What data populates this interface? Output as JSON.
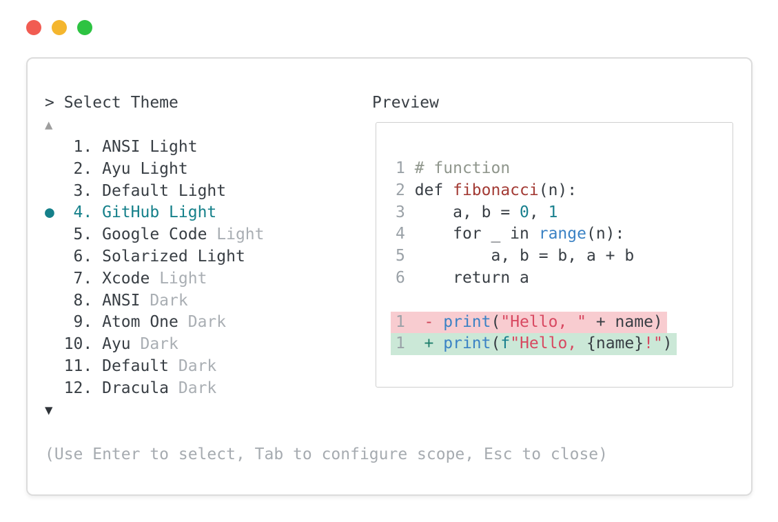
{
  "window": {
    "buttons": [
      {
        "name": "close",
        "color": "#f15c52"
      },
      {
        "name": "minimize",
        "color": "#f4b62e"
      },
      {
        "name": "zoom",
        "color": "#2dc342"
      }
    ]
  },
  "picker": {
    "prompt": "> Select Theme",
    "scroll_up": "▲",
    "scroll_down": "▼",
    "selected_marker": "●",
    "selected_color": "#15808a",
    "items": [
      {
        "number": "1",
        "name": "ANSI Light",
        "muted": "",
        "selected": false
      },
      {
        "number": "2",
        "name": "Ayu Light",
        "muted": "",
        "selected": false
      },
      {
        "number": "3",
        "name": "Default Light",
        "muted": "",
        "selected": false
      },
      {
        "number": "4",
        "name": "GitHub Light",
        "muted": "",
        "selected": true
      },
      {
        "number": "5",
        "name": "Google Code",
        "muted": "Light",
        "selected": false
      },
      {
        "number": "6",
        "name": "Solarized Light",
        "muted": "",
        "selected": false
      },
      {
        "number": "7",
        "name": "Xcode",
        "muted": "Light",
        "selected": false
      },
      {
        "number": "8",
        "name": "ANSI",
        "muted": "Dark",
        "selected": false
      },
      {
        "number": "9",
        "name": "Atom One",
        "muted": "Dark",
        "selected": false
      },
      {
        "number": "10",
        "name": "Ayu",
        "muted": "Dark",
        "selected": false
      },
      {
        "number": "11",
        "name": "Default",
        "muted": "Dark",
        "selected": false
      },
      {
        "number": "12",
        "name": "Dracula",
        "muted": "Dark",
        "selected": false
      }
    ],
    "footer": "(Use Enter to select, Tab to configure scope, Esc to close)"
  },
  "preview": {
    "title": "Preview",
    "lines": [
      {
        "num": "1",
        "bg": "",
        "tokens": [
          [
            "comment",
            "# function"
          ]
        ]
      },
      {
        "num": "2",
        "bg": "",
        "tokens": [
          [
            "code",
            "def "
          ],
          [
            "func",
            "fibonacci"
          ],
          [
            "code",
            "(n):"
          ]
        ]
      },
      {
        "num": "3",
        "bg": "",
        "tokens": [
          [
            "code",
            "    a, b = "
          ],
          [
            "number",
            "0"
          ],
          [
            "code",
            ", "
          ],
          [
            "number",
            "1"
          ]
        ]
      },
      {
        "num": "4",
        "bg": "",
        "tokens": [
          [
            "code",
            "    for _ in "
          ],
          [
            "builtin",
            "range"
          ],
          [
            "code",
            "(n):"
          ]
        ]
      },
      {
        "num": "5",
        "bg": "",
        "tokens": [
          [
            "code",
            "        a, b = b, a + b"
          ]
        ]
      },
      {
        "num": "6",
        "bg": "",
        "tokens": [
          [
            "code",
            "    return a"
          ]
        ]
      },
      {
        "num": "",
        "bg": "",
        "tokens": []
      },
      {
        "num": "1",
        "bg": "removed",
        "tokens": [
          [
            "del",
            " - "
          ],
          [
            "builtin",
            "print"
          ],
          [
            "code",
            "("
          ],
          [
            "string",
            "\"Hello, \""
          ],
          [
            "code",
            " + name)"
          ]
        ]
      },
      {
        "num": "1",
        "bg": "added",
        "tokens": [
          [
            "add",
            " + "
          ],
          [
            "builtin",
            "print"
          ],
          [
            "code",
            "("
          ],
          [
            "fstring",
            "f"
          ],
          [
            "string",
            "\"Hello, "
          ],
          [
            "code",
            "{name}"
          ],
          [
            "string",
            "!\""
          ],
          [
            "code",
            ")"
          ]
        ]
      }
    ],
    "diff_colors": {
      "removed_bg": "#f8ccd0",
      "added_bg": "#cbe8d7"
    }
  }
}
